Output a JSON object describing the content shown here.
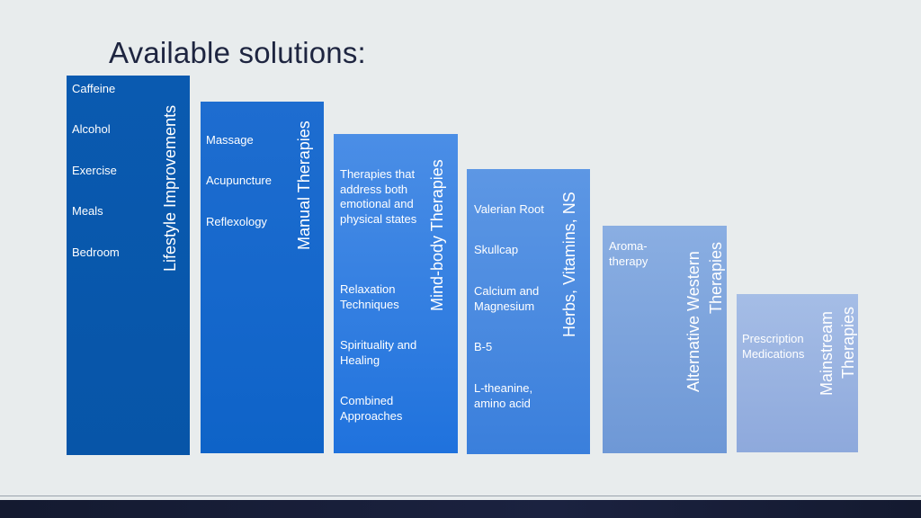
{
  "title": "Available solutions:",
  "colors": {
    "background": "#e8eced",
    "col1": "#0a5ab0",
    "col2": "#1e6dd0",
    "col3": "#4b8ee6",
    "col4": "#5d97e4",
    "col5": "#8aaee2",
    "col6": "#a5bde6",
    "footer": "#1b2240"
  },
  "columns": [
    {
      "label": "Lifestyle Improvements",
      "items": [
        "Caffeine",
        "Alcohol",
        "Exercise",
        "Meals",
        "Bedroom"
      ]
    },
    {
      "label": "Manual Therapies",
      "items": [
        "Massage",
        "Acupuncture",
        "Reflexology"
      ]
    },
    {
      "label": "Mind-body Therapies",
      "items": [
        "Therapies that address both emotional and physical states",
        "Relaxation Techniques",
        "Spirituality and Healing",
        "Combined Approaches"
      ]
    },
    {
      "label": "Herbs, Vitamins, NS",
      "items": [
        "Valerian Root",
        "Skullcap",
        "Calcium and Magnesium",
        "B-5",
        "L-theanine, amino acid"
      ]
    },
    {
      "label_line1": "Alternative Western",
      "label_line2": "Therapies",
      "items": [
        "Aroma-therapy"
      ]
    },
    {
      "label_line1": "Mainstream",
      "label_line2": "Therapies",
      "items": [
        "Prescription Medications"
      ]
    }
  ]
}
